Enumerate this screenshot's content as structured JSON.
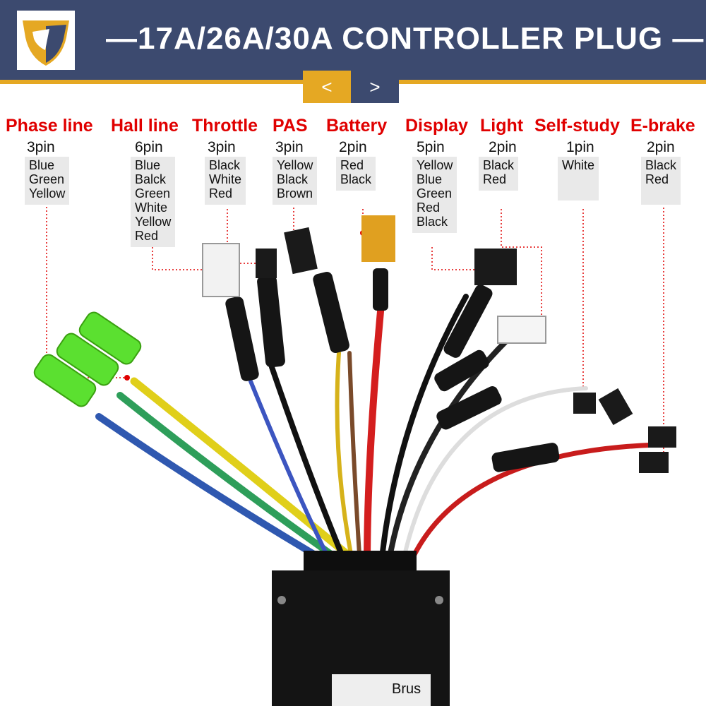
{
  "header": {
    "title": "—17A/26A/30A CONTROLLER PLUG —",
    "nav_prev": "<",
    "nav_next": ">",
    "colors": {
      "bar": "#3c4a6f",
      "accent": "#e5a823"
    }
  },
  "groups": [
    {
      "title": "Phase line",
      "pins": "3pin",
      "colors": [
        "Blue",
        "Green",
        "Yellow"
      ]
    },
    {
      "title": "Hall line",
      "pins": "6pin",
      "colors": [
        "Blue",
        "Balck",
        "Green",
        "White",
        "Yellow",
        "Red"
      ]
    },
    {
      "title": "Throttle",
      "pins": "3pin",
      "colors": [
        "Black",
        "White",
        "Red"
      ]
    },
    {
      "title": "PAS",
      "pins": "3pin",
      "colors": [
        "Yellow",
        "Black",
        "Brown"
      ]
    },
    {
      "title": "Battery",
      "pins": "2pin",
      "colors": [
        "Red",
        "Black"
      ]
    },
    {
      "title": "Display",
      "pins": "5pin",
      "colors": [
        "Yellow",
        "Blue",
        "Green",
        "Red",
        "Black"
      ]
    },
    {
      "title": "Light",
      "pins": "2pin",
      "colors": [
        "Black",
        "Red"
      ]
    },
    {
      "title": "Self-study",
      "pins": "1pin",
      "colors": [
        "White"
      ]
    },
    {
      "title": "E-brake",
      "pins": "2pin",
      "colors": [
        "Black",
        "Red"
      ]
    }
  ],
  "controller": {
    "label": "Brus"
  },
  "label_color": "#e00000"
}
